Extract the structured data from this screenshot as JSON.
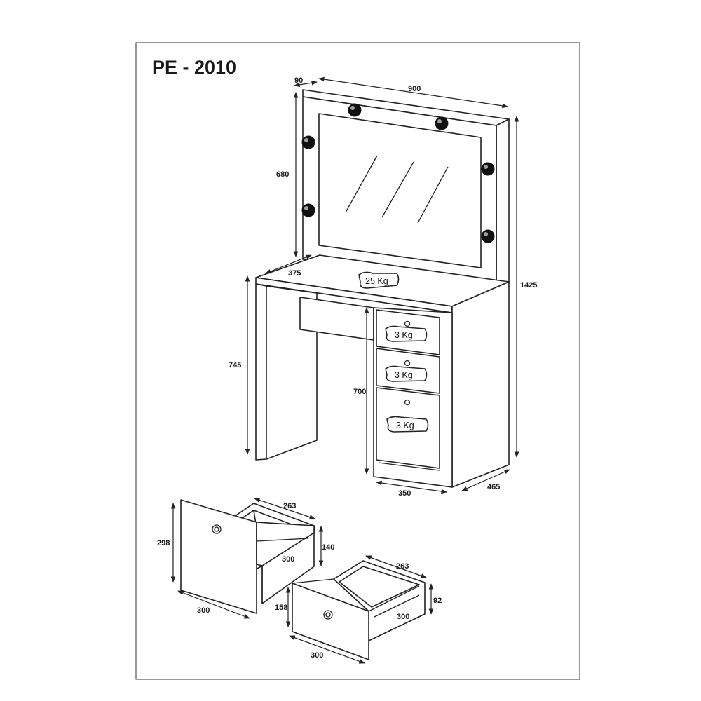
{
  "title": "PE - 2010",
  "dimensions": {
    "mirror_depth": "90",
    "mirror_width": "900",
    "mirror_height": "680",
    "total_height": "1425",
    "top_depth": "375",
    "table_height": "745",
    "cabinet_height": "700",
    "cabinet_width": "350",
    "table_depth": "465",
    "big_drawer": {
      "depth_top": "263",
      "height": "298",
      "side_height": "140",
      "inner_width": "300",
      "front_width": "300"
    },
    "small_drawer": {
      "depth_top": "263",
      "height": "158",
      "side_height": "92",
      "inner_width": "300",
      "front_width": "300"
    }
  },
  "loads": {
    "top": "25 Kg",
    "drawer_1": "3 Kg",
    "drawer_2": "3 Kg",
    "drawer_3": "3 Kg"
  }
}
